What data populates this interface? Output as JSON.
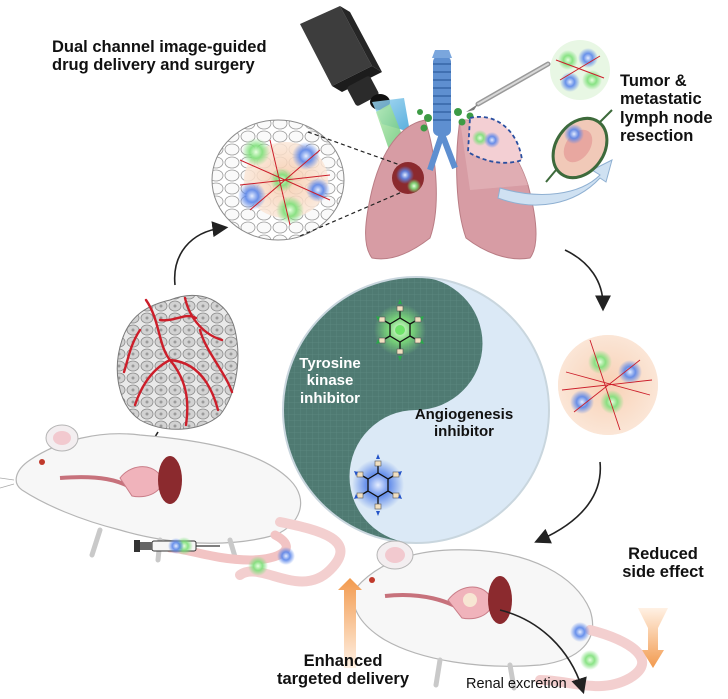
{
  "labels": {
    "imaging": "Dual channel image-guided drug delivery and surgery",
    "imaging_line1": "Dual channel image-guided",
    "imaging_line2": "drug delivery and surgery",
    "resection_line1": "Tumor &",
    "resection_line2": "metastatic",
    "resection_line3": "lymph node",
    "resection_line4": "resection",
    "tki_line1": "Tyrosine",
    "tki_line2": "kinase",
    "tki_line3": "inhibitor",
    "angio_line1": "Angiogenesis",
    "angio_line2": "inhibitor",
    "reduced_line1": "Reduced",
    "reduced_line2": "side effect",
    "enhanced_line1": "Enhanced",
    "enhanced_line2": "targeted delivery",
    "renal": "Renal excretion"
  },
  "colors": {
    "yin_dark": "#4f7a72",
    "yin_light": "#dbe9f6",
    "lung": "#d9a0a6",
    "vessel": "#cc1e2a",
    "green_glow": "#6fd46a",
    "blue_glow": "#4a78e0",
    "arrow_orange": "#f5a25a"
  },
  "icons": [
    "camera-icon",
    "scalpel-icon",
    "syringe-icon",
    "mouse-icon",
    "lungs-icon",
    "tumor-icon",
    "nanoparticle-icon"
  ]
}
